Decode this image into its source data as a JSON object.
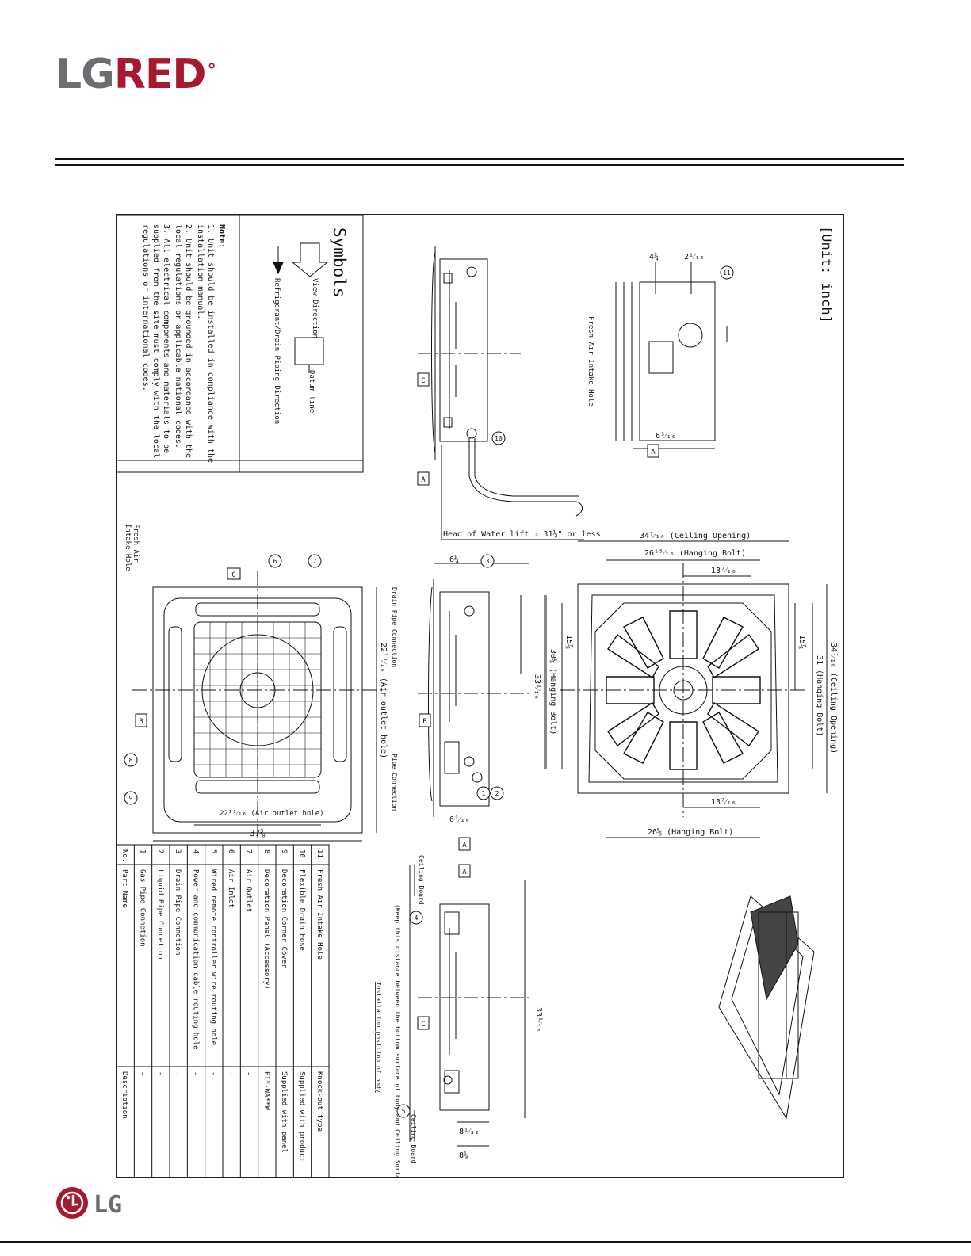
{
  "brand": {
    "top_logo_prefix": "LG",
    "top_logo_suffix": "RED",
    "top_logo_degree": "°",
    "bottom_logo": "LG"
  },
  "unit_label": "[Unit: inch]",
  "symbols": {
    "title": "Symbols",
    "view_direction": "View Direction",
    "datum_line": "Datum line",
    "piping_direction": "Refrigerant/Drain Piping Direction"
  },
  "note": {
    "title": "Note:",
    "lines": [
      "1. Unit should be installed in compliance with the",
      "    installation manual.",
      "2. Unit should be grounded in accordance with the",
      "    local regulations or applicable national codes.",
      "3. All electrical components and materials to be",
      "    supplied from the site must comply with the local",
      "    regulations or international codes."
    ]
  },
  "labels": {
    "fresh_air_intake_hole": "Fresh Air Intake Hole",
    "fresh_air": "Fresh Air",
    "intake_hole": "Intake Hole",
    "head_of_water_lift": "Head of Water lift : 31½\" or less",
    "ceiling_opening_h": "34⁷⁄₁₆ (Ceiling Opening)",
    "hanging_bolt_h": "26¹⁵⁄₁₆ (Hanging Bolt)",
    "hanging_bolt_h2": "26⅝ (Hanging Bolt)",
    "ceiling_opening_v": "34⁷⁄₁₆ (Ceiling Opening)",
    "hanging_bolt_v": "31 (Hanging Bolt)",
    "hanging_bolt_v2": "30⅛ (Hanging Bolt)",
    "air_outlet_hole_v": "22¹¹⁄₁₆ (Air outlet hole)",
    "air_outlet_hole_h": "22¹¹⁄₁₆ (Air outlet hole)",
    "width_total": "37⅜",
    "drain_pipe_connection": "Drain Pipe Connection",
    "pipe_connection": "Pipe Connection",
    "ceiling_board": "Ceiling Board",
    "keep_distance": "(Keep this distance between the bottom surface of body and Ceiling Surface)",
    "installation_position": "Installation position of body",
    "dim_13_7_16": "13⁷⁄₁₆",
    "dim_15_7_8": "15⅞",
    "dim_33_1_16": "33¹⁄₁₆",
    "dim_6_1_4": "6¼",
    "dim_6_1_16": "6¹⁄₁₆",
    "dim_8_1_32": "8¹⁄₃₂",
    "dim_8_5_8": "8⅝",
    "dim_4_3_4": "4¾",
    "dim_2_1_16": "2¹⁄₁₆",
    "dim_6_3_16": "6³⁄₁₆",
    "datum_a": "A",
    "datum_b": "B",
    "datum_c": "C"
  },
  "parts_table": {
    "headers": {
      "no": "No.",
      "name": "Part Name",
      "desc": "Description"
    },
    "rows": [
      {
        "no": "11",
        "name": "Fresh Air Intake Hole",
        "desc": "Knock-out type"
      },
      {
        "no": "10",
        "name": "Flexible Drain Hose",
        "desc": "Supplied with product"
      },
      {
        "no": "9",
        "name": "Decoration Corner Cover",
        "desc": "Supplied with panel"
      },
      {
        "no": "8",
        "name": "Decoration Panel (Accessory)",
        "desc": "PT*-WA**W"
      },
      {
        "no": "7",
        "name": "Air Outlet",
        "desc": "-"
      },
      {
        "no": "6",
        "name": "Air Inlet",
        "desc": "-"
      },
      {
        "no": "5",
        "name": "Wired remote controller wire routing hole",
        "desc": "-"
      },
      {
        "no": "4",
        "name": "Power and communication cable routing hole",
        "desc": "-"
      },
      {
        "no": "3",
        "name": "Drain Pipe Connetion",
        "desc": "-"
      },
      {
        "no": "2",
        "name": "Liquid Pipe Connetion",
        "desc": "-"
      },
      {
        "no": "1",
        "name": "Gas Pipe Connetion",
        "desc": "-"
      }
    ]
  },
  "colors": {
    "brand_red": "#a6192e",
    "brand_gray": "#6b6d70",
    "line": "#111111"
  }
}
